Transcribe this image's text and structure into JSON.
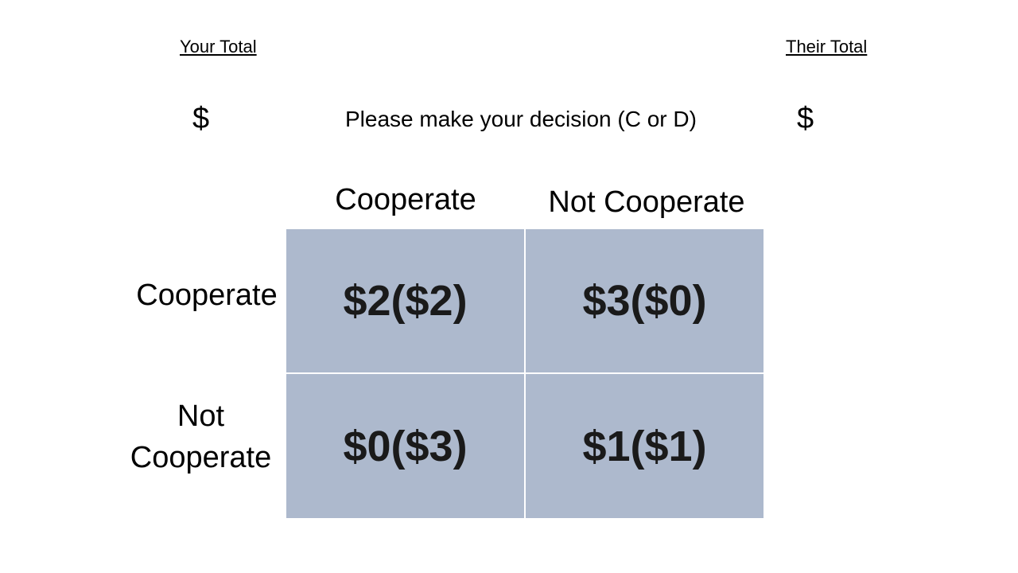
{
  "header": {
    "your_total_label": "Your Total",
    "their_total_label": "Their Total",
    "your_total_value": "$",
    "their_total_value": "$",
    "prompt": "Please make your decision (C or D)"
  },
  "matrix": {
    "column_headers": [
      "Cooperate",
      "Not Cooperate"
    ],
    "row_headers": [
      "Cooperate",
      "Not\nCooperate"
    ],
    "cells": [
      [
        "$2($2)",
        "$3($0)"
      ],
      [
        "$0($3)",
        "$1($1)"
      ]
    ],
    "cell_color": "#adb9cd"
  }
}
